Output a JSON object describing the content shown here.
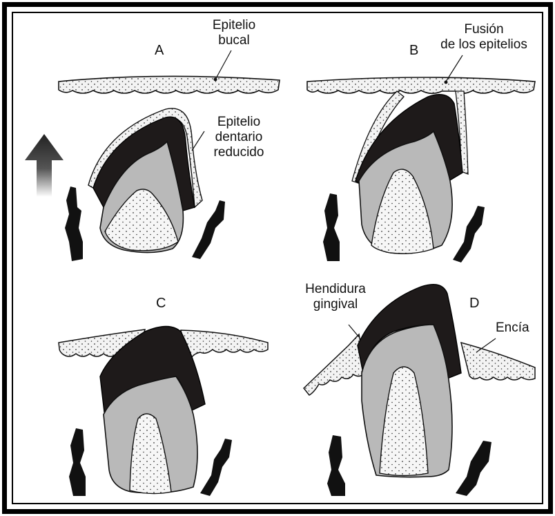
{
  "panels": [
    {
      "letter": "A"
    },
    {
      "letter": "B"
    },
    {
      "letter": "C"
    },
    {
      "letter": "D"
    }
  ],
  "labels": {
    "epitelio_bucal": [
      "Epitelio",
      "bucal"
    ],
    "epitelio_dentario": [
      "Epitelio",
      "dentario",
      "reducido"
    ],
    "fusion": [
      "Fusión",
      "de los epitelios"
    ],
    "hendidura": [
      "Hendidura",
      "gingival"
    ],
    "encia": "Encía"
  },
  "colors": {
    "enamel": "#1e1a1a",
    "dentin": "#b9b9b9",
    "pulp": "#f4f4f4",
    "epithelium": "#f3f3f3",
    "frame": "#000000",
    "arrow": "#222222"
  }
}
